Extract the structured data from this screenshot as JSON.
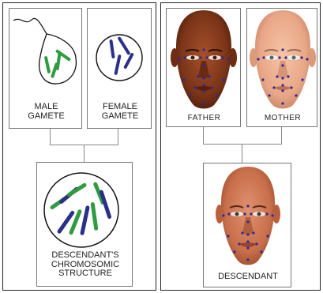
{
  "left_panel": {
    "male_label": "MALE\nGAMETE",
    "female_label": "FEMALE\nGAMETE",
    "descendant_label": "DESCENDANT'S\nCHROMOSOMIC\nSTRUCTURE"
  },
  "right_panel": {
    "father_label": "FATHER",
    "mother_label": "MOTHER",
    "descendant_label": "DESCENDANT"
  },
  "colors": {
    "chromosome_green": "#2e9b3e",
    "chromosome_blue": "#2b2f8a",
    "landmark_dot": "#2a2a9a",
    "father_skin": "#7a3418",
    "mother_skin": "#e8a786",
    "descendant_skin": "#c86e4a"
  }
}
